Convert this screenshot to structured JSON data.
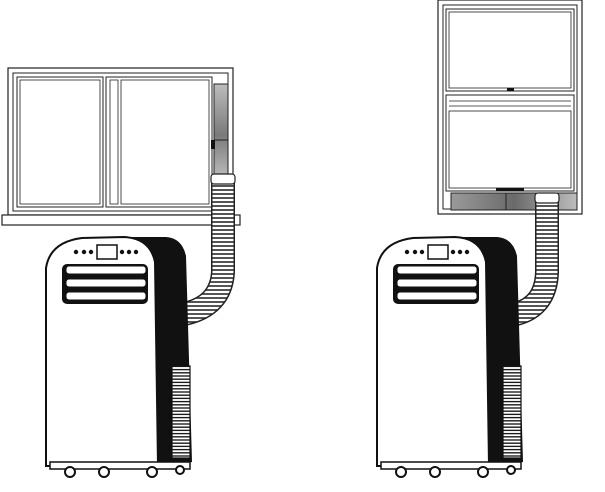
{
  "figure": {
    "panels": [
      {
        "id": "left",
        "window_type": "sliding"
      },
      {
        "id": "right",
        "window_type": "double-hung"
      }
    ]
  },
  "colors": {
    "line": "#1a1a1a",
    "body": "#ffffff",
    "dark": "#111111",
    "panel_light": "#d2d2d2",
    "panel_dark": "#8c8c8c"
  }
}
